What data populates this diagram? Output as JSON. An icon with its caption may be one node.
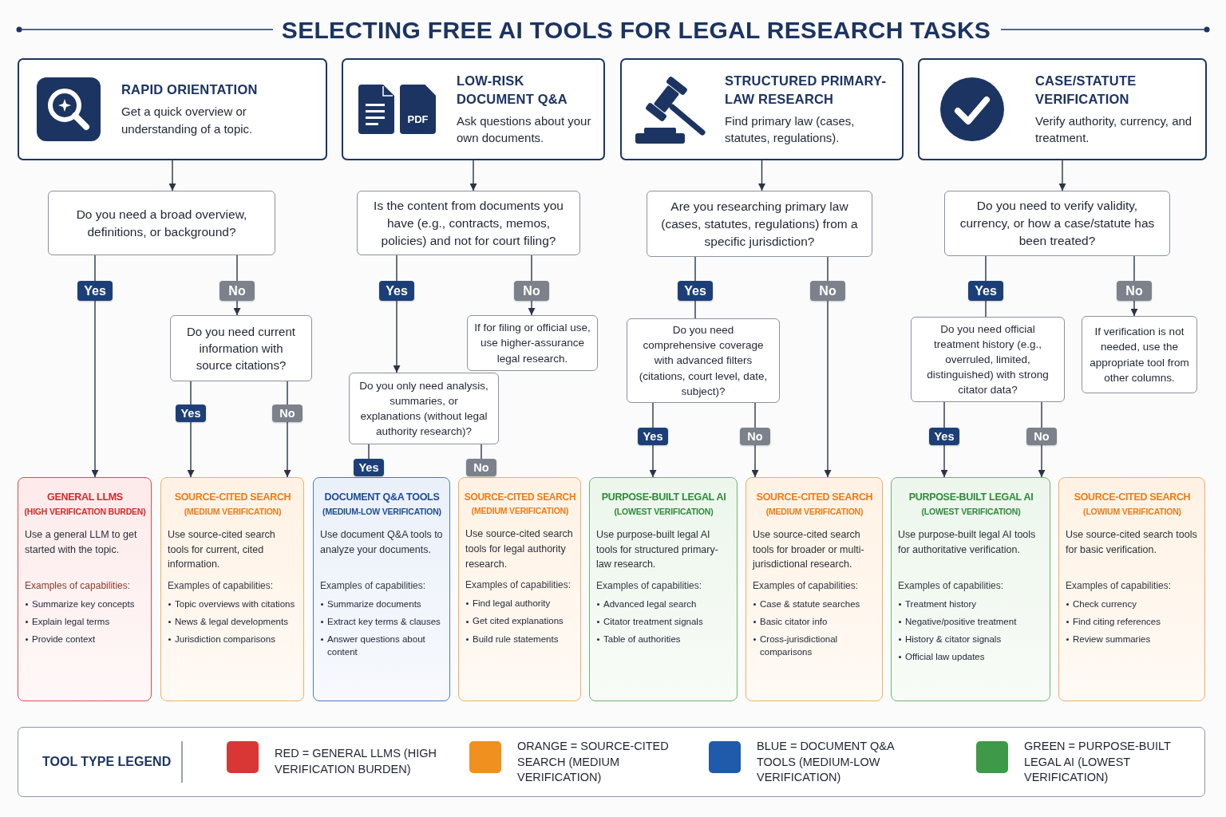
{
  "diagram": {
    "title": "SELECTING FREE AI TOOLS FOR LEGAL RESEARCH TASKS",
    "nodes": [
      {
        "text": [
          "RAPID ORIENTATION",
          "Get a quick overview or understanding of a topic."
        ]
      },
      {
        "text": [
          "LOW-RISK DOCUMENT Q&A",
          "Ask questions about your own documents."
        ]
      },
      {
        "text": [
          "STRUCTURED PRIMARY-LAW RESEARCH",
          "Find primary law (cases, statutes, regulations)."
        ]
      },
      {
        "text": [
          "CASE/STATUTE VERIFICATION",
          "Verify authority, currency, and treatment."
        ]
      },
      {
        "text": [
          "Do you need a broad overview, definitions, or background?"
        ]
      },
      {
        "text": [
          "Is the content from documents you have (e.g., contracts, memos, policies) and not for court filing?"
        ]
      },
      {
        "text": [
          "Are you researching primary law (cases, statutes, regulations) from a specific jurisdiction?"
        ]
      },
      {
        "text": [
          "Do you need to verify validity, currency, or how a case/statute has been treated?"
        ]
      },
      {
        "text": [
          "Yes"
        ]
      },
      {
        "text": [
          "No"
        ]
      },
      {
        "text": [
          "Yes"
        ]
      },
      {
        "text": [
          "No"
        ]
      },
      {
        "text": [
          "Yes"
        ]
      },
      {
        "text": [
          "No"
        ]
      },
      {
        "text": [
          "Yes"
        ]
      },
      {
        "text": [
          "No"
        ]
      },
      {
        "text": [
          "Do you need current information with source citations?"
        ]
      },
      {
        "text": [
          "If for filing or official use, use higher-assurance legal research."
        ]
      },
      {
        "text": [
          "Do you need comprehensive coverage with advanced filters (citations, court level, date, subject)?"
        ]
      },
      {
        "text": [
          "Do you need official treatment history (e.g., overruled, limited, distinguished) with strong citator data?"
        ]
      },
      {
        "text": [
          "If verification is not needed, use the appropriate tool from other columns."
        ]
      },
      {
        "text": [
          "Do you only need analysis, summaries, or explanations (without legal authority research)?"
        ]
      },
      {
        "text": [
          "Yes"
        ]
      },
      {
        "text": [
          "No"
        ]
      },
      {
        "text": [
          "Yes"
        ]
      },
      {
        "text": [
          "No"
        ]
      },
      {
        "text": [
          "Yes"
        ]
      },
      {
        "text": [
          "No"
        ]
      },
      {
        "text": [
          "Yes"
        ]
      },
      {
        "text": [
          "No"
        ]
      },
      {
        "text": [
          "GENERAL LLMS",
          "(HIGH VERIFICATION BURDEN)",
          "Use a general LLM to get started with the topic.",
          "Examples of capabilities:",
          "Summarize key concepts",
          "Explain legal terms",
          "Provide context"
        ]
      },
      {
        "text": [
          "SOURCE-CITED SEARCH",
          "(MEDIUM VERIFICATION)",
          "Use source-cited search tools for current, cited information.",
          "Examples of capabilities:",
          "Topic overviews with citations",
          "News & legal developments",
          "Jurisdiction comparisons"
        ]
      },
      {
        "text": [
          "DOCUMENT Q&A TOOLS",
          "(MEDIUM-LOW VERIFICATION)",
          "Use document Q&A tools to analyze your documents.",
          "Examples of capabilities:",
          "Summarize documents",
          "Extract key terms & clauses",
          "Answer questions about content"
        ]
      },
      {
        "text": [
          "SOURCE-CITED SEARCH",
          "(MEDIUM VERIFICATION)",
          "Use source-cited search tools for legal authority research.",
          "Examples of capabilities:",
          "Find legal authority",
          "Get cited explanations",
          "Build rule statements"
        ]
      },
      {
        "text": [
          "PURPOSE-BUILT LEGAL AI",
          "(LOWEST VERIFICATION)",
          "Use purpose-built legal AI tools for structured primary-law research.",
          "Examples of capabilities:",
          "Advanced legal search",
          "Citator treatment signals",
          "Table of authorities"
        ]
      },
      {
        "text": [
          "SOURCE-CITED SEARCH",
          "(MEDIUM VERIFICATION)",
          "Use source-cited search tools for broader or multi-jurisdictional research.",
          "Examples of capabilities:",
          "Case & statute searches",
          "Basic citator info",
          "Cross-jurisdictional comparisons"
        ]
      },
      {
        "text": [
          "PURPOSE-BUILT LEGAL AI",
          "(LOWEST VERIFICATION)",
          "Use purpose-built legal AI tools for authoritative verification.",
          "Examples of capabilities:",
          "Treatment history",
          "Negative/positive treatment",
          "History & citator signals",
          "Official law updates"
        ]
      },
      {
        "text": [
          "SOURCE-CITED SEARCH",
          "(LOWIUM VERIFICATION)",
          "Use source-cited search tools for basic verification.",
          "Examples of capabilities:",
          "Check currency",
          "Find citing references",
          "Review summaries"
        ]
      }
    ],
    "edges": [
      {
        "from": 0,
        "to": 4,
        "arrow": "to"
      },
      {
        "from": 1,
        "to": 5,
        "arrow": "to"
      },
      {
        "from": 2,
        "to": 6,
        "arrow": "to"
      },
      {
        "from": 3,
        "to": 7,
        "arrow": "to"
      },
      {
        "from": 4,
        "to": 8,
        "arrow": "none"
      },
      {
        "from": 4,
        "to": 9,
        "arrow": "none"
      },
      {
        "from": 8,
        "to": 30,
        "arrow": "to"
      },
      {
        "from": 9,
        "to": 16,
        "arrow": "to"
      },
      {
        "from": 16,
        "to": 22,
        "arrow": "none"
      },
      {
        "from": 16,
        "to": 23,
        "arrow": "none"
      },
      {
        "from": 22,
        "to": 31,
        "arrow": "to"
      },
      {
        "from": 23,
        "to": 31,
        "arrow": "to"
      },
      {
        "from": 5,
        "to": 10,
        "arrow": "none"
      },
      {
        "from": 5,
        "to": 11,
        "arrow": "none"
      },
      {
        "from": 10,
        "to": 21,
        "arrow": "to"
      },
      {
        "from": 11,
        "to": 17,
        "arrow": "to"
      },
      {
        "from": 21,
        "to": 28,
        "arrow": "none"
      },
      {
        "from": 21,
        "to": 29,
        "arrow": "none"
      },
      {
        "from": 6,
        "to": 12,
        "arrow": "none"
      },
      {
        "from": 6,
        "to": 13,
        "arrow": "none"
      },
      {
        "from": 12,
        "to": 18,
        "arrow": "none"
      },
      {
        "from": 13,
        "to": 35,
        "arrow": "to"
      },
      {
        "from": 18,
        "to": 24,
        "arrow": "none"
      },
      {
        "from": 18,
        "to": 25,
        "arrow": "none"
      },
      {
        "from": 24,
        "to": 34,
        "arrow": "to"
      },
      {
        "from": 25,
        "to": 35,
        "arrow": "to"
      },
      {
        "from": 7,
        "to": 14,
        "arrow": "none"
      },
      {
        "from": 7,
        "to": 15,
        "arrow": "none"
      },
      {
        "from": 14,
        "to": 19,
        "arrow": "none"
      },
      {
        "from": 15,
        "to": 20,
        "arrow": "to"
      },
      {
        "from": 19,
        "to": 26,
        "arrow": "none"
      },
      {
        "from": 19,
        "to": 27,
        "arrow": "none"
      },
      {
        "from": 26,
        "to": 36,
        "arrow": "to"
      },
      {
        "from": 27,
        "to": 36,
        "arrow": "to"
      }
    ],
    "labels": [
      "PDF",
      "TOOL TYPE LEGEND"
    ],
    "legend": [
      {
        "text": "RED = GENERAL LLMS (HIGH VERIFICATION BURDEN)",
        "color": "#d93636"
      },
      {
        "text": "ORANGE = SOURCE-CITED SEARCH (MEDIUM VERIFICATION)",
        "color": "#f0901e"
      },
      {
        "text": "BLUE = DOCUMENT Q&A TOOLS (MEDIUM-LOW VERIFICATION)",
        "color": "#1f5aab"
      },
      {
        "text": "GREEN = PURPOSE-BUILT LEGAL AI (LOWEST VERIFICATION)",
        "color": "#3e9a48"
      }
    ]
  }
}
